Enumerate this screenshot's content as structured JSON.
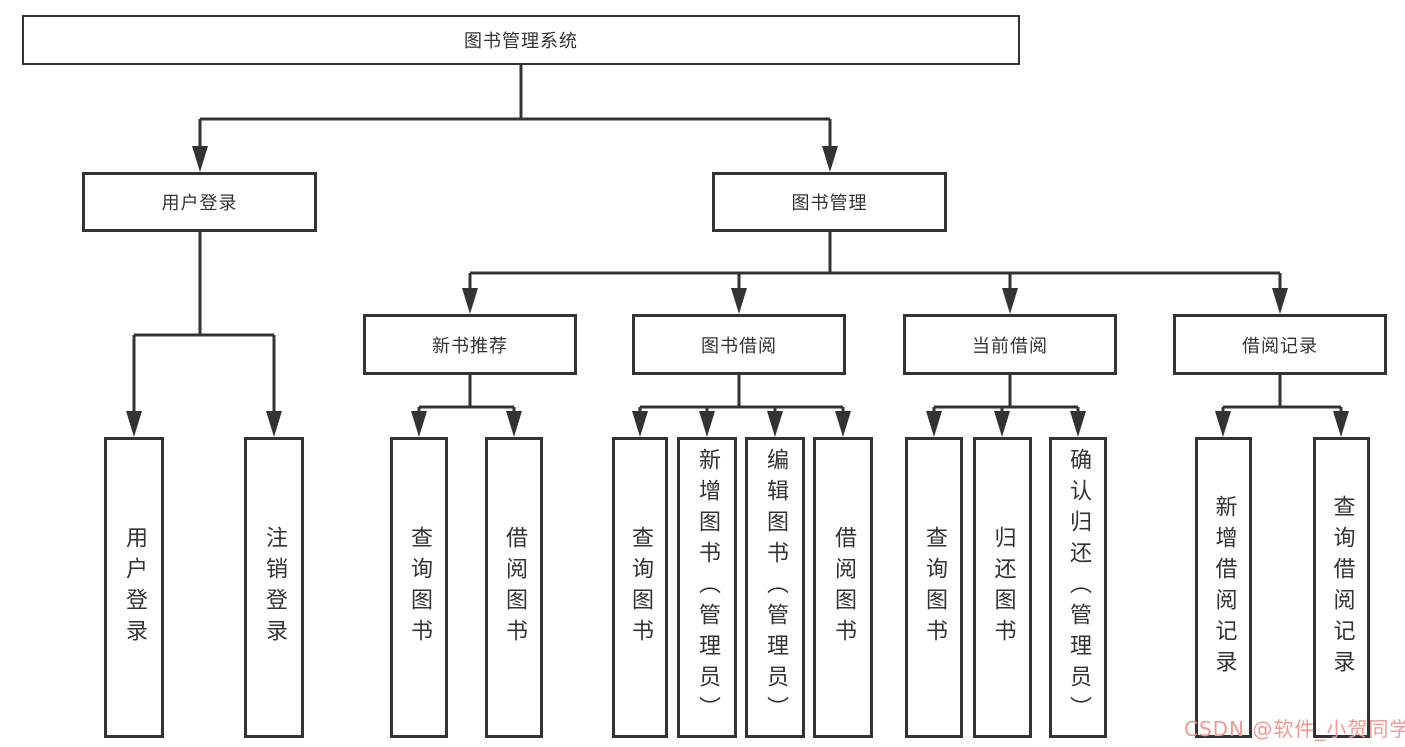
{
  "diagram": {
    "tree": {
      "root": {
        "label": "图书管理系统"
      },
      "branches": [
        {
          "label": "用户登录",
          "leaves": [
            "用户登录",
            "注销登录"
          ]
        },
        {
          "label": "图书管理",
          "sub_branches": [
            {
              "label": "新书推荐",
              "leaves": [
                "查询图书",
                "借阅图书"
              ]
            },
            {
              "label": "图书借阅",
              "leaves": [
                "查询图书",
                "新增图书（管理员）",
                "编辑图书（管理员）",
                "借阅图书"
              ]
            },
            {
              "label": "当前借阅",
              "leaves": [
                "查询图书",
                "归还图书",
                "确认归还（管理员）"
              ]
            },
            {
              "label": "借阅记录",
              "leaves": [
                "新增借阅记录",
                "查询借阅记录"
              ]
            }
          ]
        }
      ]
    },
    "watermark": "CSDN @软件_小贺同学",
    "colors": {
      "line": "#333333",
      "text": "#333333",
      "watermark": "#f19a93",
      "background": "#ffffff"
    }
  }
}
